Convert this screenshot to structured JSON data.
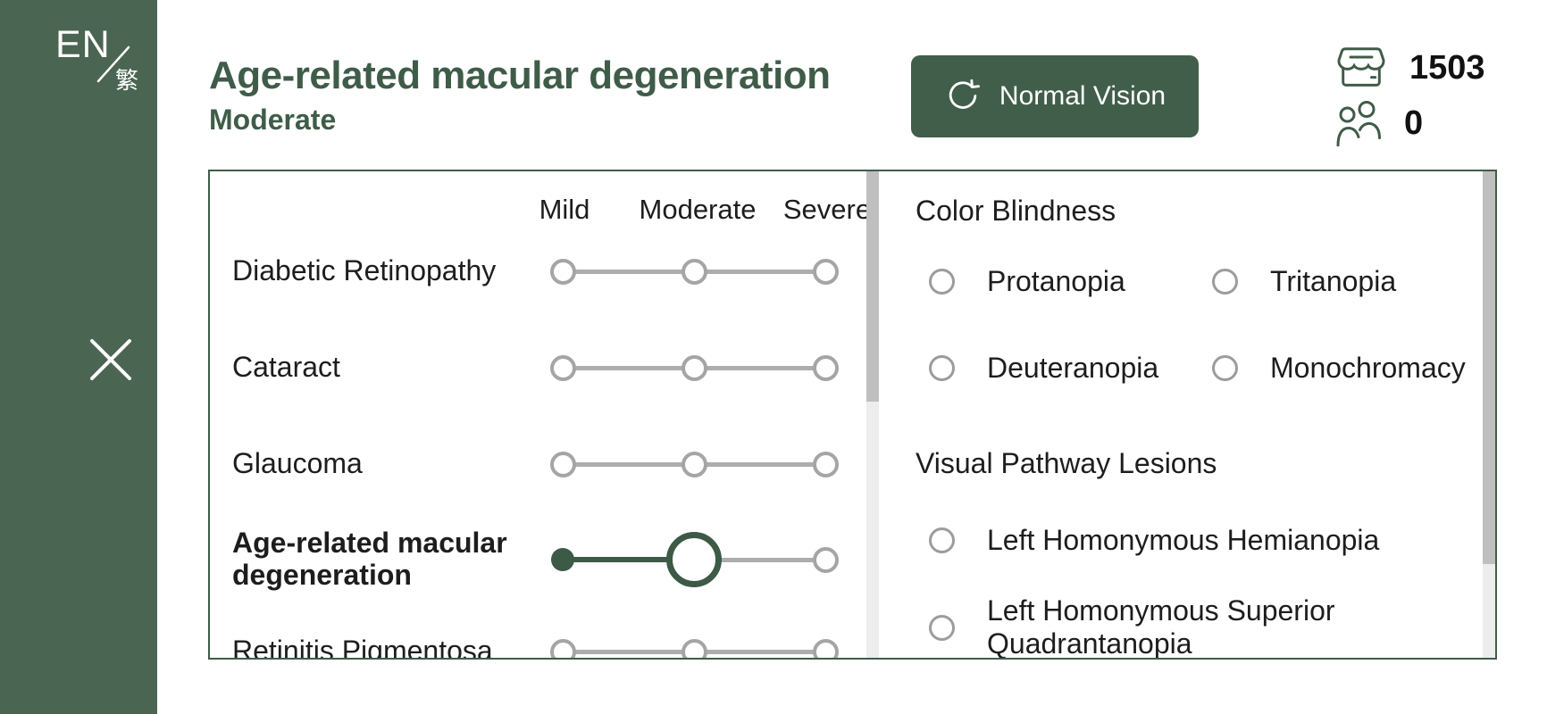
{
  "colors": {
    "accent_green": "#3f5c48",
    "sidebar_green": "#4a6551",
    "button_green": "#415e4a",
    "slider_active_green": "#3c5a45",
    "text_dark": "#1d1d1d",
    "slider_gray": "#adadad",
    "radio_gray": "#9c9c9c",
    "scrollbar_thumb": "#bfbfbf",
    "scrollbar_track": "#ededed"
  },
  "sidebar": {
    "lang_primary": "EN",
    "lang_secondary": "繁"
  },
  "header": {
    "title": "Age-related macular degeneration",
    "subtitle": "Moderate",
    "reset_button_label": "Normal Vision",
    "stats": [
      {
        "icon": "storefront-icon",
        "value": "1503"
      },
      {
        "icon": "people-icon",
        "value": "0"
      }
    ]
  },
  "severity_scale": [
    "Mild",
    "Moderate",
    "Severe"
  ],
  "diseases": [
    {
      "label": "Diabetic Retinopathy",
      "severity": null
    },
    {
      "label": "Cataract",
      "severity": null
    },
    {
      "label": "Glaucoma",
      "severity": null
    },
    {
      "label": "Age-related macular degeneration",
      "severity": "Moderate",
      "selected": true
    },
    {
      "label": "Retinitis Pigmentosa",
      "severity": null
    }
  ],
  "color_blindness": {
    "title": "Color Blindness",
    "options": [
      {
        "label": "Protanopia",
        "checked": false
      },
      {
        "label": "Tritanopia",
        "checked": false
      },
      {
        "label": "Deuteranopia",
        "checked": false
      },
      {
        "label": "Monochromacy",
        "checked": false
      }
    ]
  },
  "visual_pathway_lesions": {
    "title": "Visual Pathway Lesions",
    "options": [
      {
        "label": "Left Homonymous Hemianopia",
        "checked": false
      },
      {
        "label": "Left Homonymous Superior Quadrantanopia",
        "checked": false
      }
    ]
  }
}
